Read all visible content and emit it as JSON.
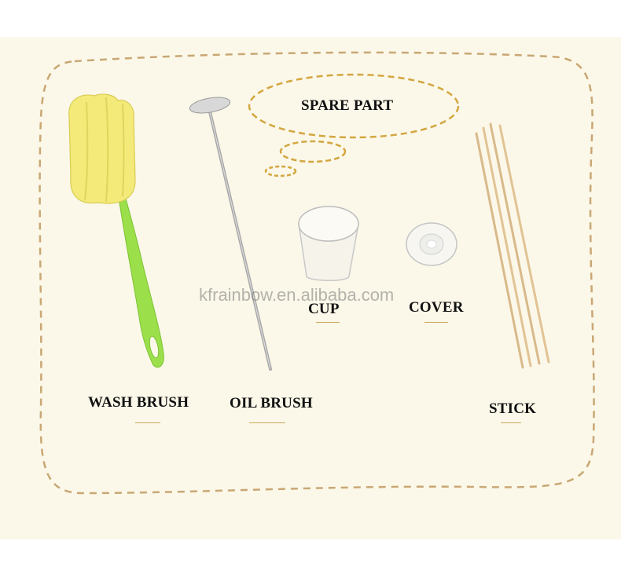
{
  "title": "SPARE PART",
  "watermark": "kfrainbow.en.alibaba.com",
  "items": {
    "wash_brush": "WASH BRUSH",
    "oil_brush": "OIL BRUSH",
    "cup": "CUP",
    "cover": "COVER",
    "stick": "STICK"
  },
  "colors": {
    "background": "#fbf8e9",
    "dashed_border": "#c9a774",
    "bubble": "#d4a640",
    "sponge": "#f3ea7a",
    "handle": "#9be04a"
  }
}
